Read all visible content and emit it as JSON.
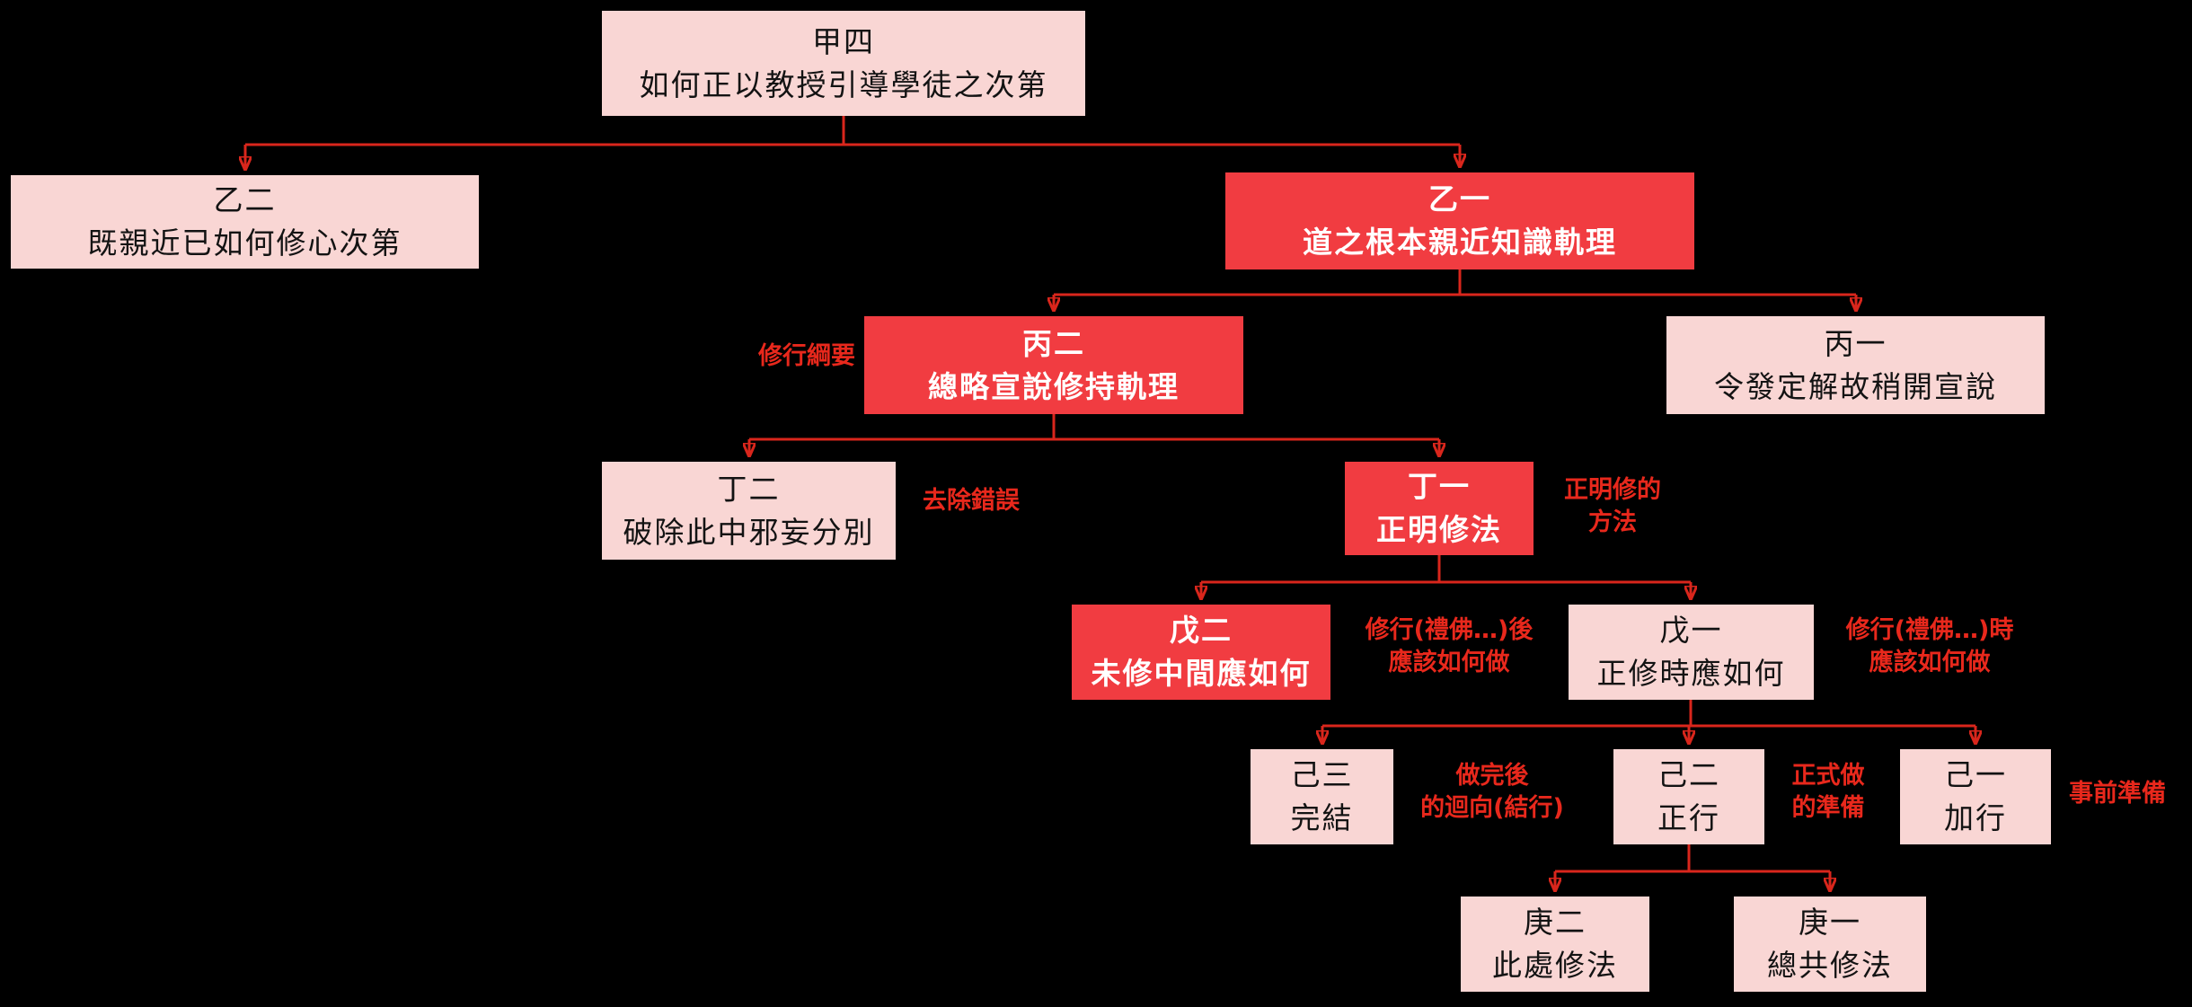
{
  "diagram": {
    "background": "#000000",
    "colors": {
      "node_pink": "#f9d6d4",
      "node_red": "#f13c41",
      "connector_red": "#d9261c",
      "annotation_red": "#e8281c"
    },
    "nodes": {
      "jia4": {
        "code": "甲四",
        "label": "如何正以教授引導學徒之次第"
      },
      "yi2": {
        "code": "乙二",
        "label": "既親近已如何修心次第"
      },
      "yi1": {
        "code": "乙一",
        "label": "道之根本親近知識軌理"
      },
      "bing2": {
        "code": "丙二",
        "label": "總略宣說修持軌理"
      },
      "bing1": {
        "code": "丙一",
        "label": "令發定解故稍開宣說"
      },
      "ding2": {
        "code": "丁二",
        "label": "破除此中邪妄分別"
      },
      "ding1": {
        "code": "丁一",
        "label": "正明修法"
      },
      "wu2": {
        "code": "戊二",
        "label": "未修中間應如何"
      },
      "wu1": {
        "code": "戊一",
        "label": "正修時應如何"
      },
      "ji3": {
        "code": "己三",
        "label": "完結"
      },
      "ji2": {
        "code": "己二",
        "label": "正行"
      },
      "ji1": {
        "code": "己一",
        "label": "加行"
      },
      "geng2": {
        "code": "庚二",
        "label": "此處修法"
      },
      "geng1": {
        "code": "庚一",
        "label": "總共修法"
      }
    },
    "annotations": {
      "practice_outline": {
        "line1": "修行綱要"
      },
      "remove_errors": {
        "line1": "去除錯誤"
      },
      "correct_method": {
        "line1": "正明修的",
        "line2": "方法"
      },
      "after_practice": {
        "line1": "修行(禮佛…)後",
        "line2": "應該如何做"
      },
      "during_practice": {
        "line1": "修行(禮佛…)時",
        "line2": "應該如何做"
      },
      "dedication_after": {
        "line1": "做完後",
        "line2": "的迴向(結行)"
      },
      "formal_part": {
        "line1": "正式做",
        "line2": "的準備"
      },
      "preparation": {
        "line1": "事前準備"
      }
    },
    "edges": [
      {
        "from": "甲四",
        "to": [
          "乙二",
          "乙一"
        ]
      },
      {
        "from": "乙一",
        "to": [
          "丙二",
          "丙一"
        ]
      },
      {
        "from": "丙二",
        "to": [
          "丁二",
          "丁一"
        ]
      },
      {
        "from": "丁一",
        "to": [
          "戊二",
          "戊一"
        ]
      },
      {
        "from": "戊一",
        "to": [
          "己三",
          "己二",
          "己一"
        ]
      },
      {
        "from": "己二",
        "to": [
          "庚二",
          "庚一"
        ]
      }
    ]
  }
}
